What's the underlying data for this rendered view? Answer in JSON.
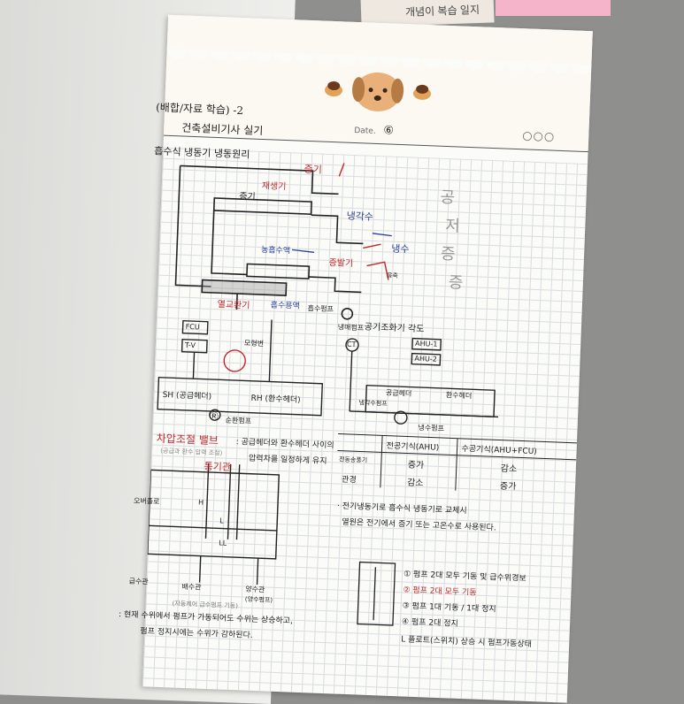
{
  "sticky_note": {
    "text": "개념이 복습 일지"
  },
  "header": {
    "title_line1": "(배합/자료 학습) -2",
    "title_line2": "건축설비기사 실기",
    "date_label": "Date.",
    "date_value": "⑥",
    "circles": "○○○"
  },
  "diagram1": {
    "title": "흡수식 냉동기 냉동원리",
    "labels": {
      "steam": "증기",
      "regenerator": "재생기",
      "vapor": "증기",
      "cooling_water": "냉각수",
      "cold_water": "냉수",
      "dilute": "농흡수액",
      "evaporator": "증발기",
      "condensed": "응축",
      "heat_exchanger": "열교환기",
      "absorbent": "흡수용액",
      "absorb_pump": "흡수펌프",
      "refrig_pump": "냉매펌프"
    }
  },
  "side_notes": [
    "공",
    "저",
    "증",
    "증"
  ],
  "diagram2": {
    "labels": {
      "fcu": "FCU",
      "valve": "T-V",
      "mod_valve": "모형변",
      "sh": "SH (공급헤더)",
      "rh": "RH (환수헤더)",
      "pump": "순환펌프",
      "r": "Ⓡ"
    }
  },
  "diagram3": {
    "title": "공기조화기 각도",
    "labels": {
      "ct": "CT",
      "ahu1": "AHU-1",
      "ahu2": "AHU-2",
      "supply_header": "공급헤더",
      "return_header": "환수헤더",
      "cooling_pump": "냉각수펌프",
      "chilled_pump": "냉수펌프"
    }
  },
  "note_valve": {
    "title": "차압조절 밸브",
    "sub": "(공급과 환수 압력 조절)",
    "line1": ": 공급헤더와 환수헤더 사이의",
    "line2": "압력차를 일정하게 유지"
  },
  "table": {
    "headers": [
      "",
      "전공기식(AHU)",
      "수공기식(AHU+FCU)"
    ],
    "rows": [
      [
        "전동송풍기",
        "증가",
        "감소"
      ],
      [
        "관경",
        "감소",
        "증가"
      ]
    ]
  },
  "note_absorption": {
    "line1": "· 전기냉동기로 흡수식 냉동기로 교체시",
    "line2": "열원은 전기에서 증기 또는 고온수로 사용된다."
  },
  "tank": {
    "title": "통기관",
    "labels": {
      "overflow": "오버플로",
      "h": "H",
      "l": "L",
      "ll": "LL",
      "drain": "배수관",
      "supply": "급수관",
      "pump_pipe": "양수관",
      "pump_note": "(양수펌프)",
      "auto_note": "(자동제어 급수펌프 기동)"
    }
  },
  "steps": [
    "① 펌프 2대 모두 기동 및 급수위경보",
    "② 펌프 2대 모두 기동",
    "③ 펌프 1대 기동 / 1대 정지",
    "④ 펌프 2대 정지",
    "L 플로트(스위치) 상승 시 펌프가동상태"
  ],
  "note_bottom": {
    "line1": ": 현재 수위에서 펌프가 가동되어도 수위는 상승하고,",
    "line2": "펌프 정지시에는 수위가 감하된다."
  }
}
